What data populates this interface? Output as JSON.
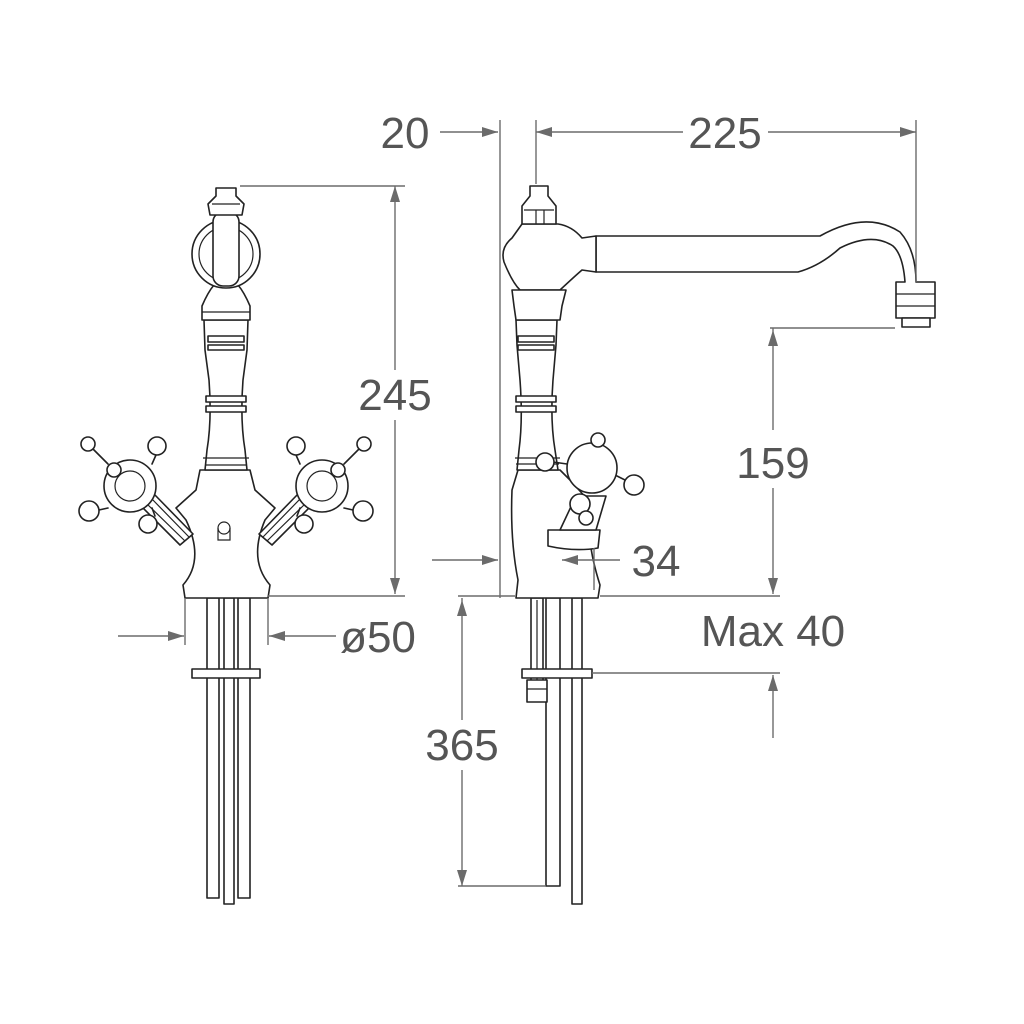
{
  "dimensions": {
    "offset_20": "20",
    "reach_225": "225",
    "height_245": "245",
    "spout_clearance_159": "159",
    "handle_height_34": "34",
    "base_diameter": "ø50",
    "max_deck_thickness": "Max 40",
    "supply_length_365": "365"
  }
}
